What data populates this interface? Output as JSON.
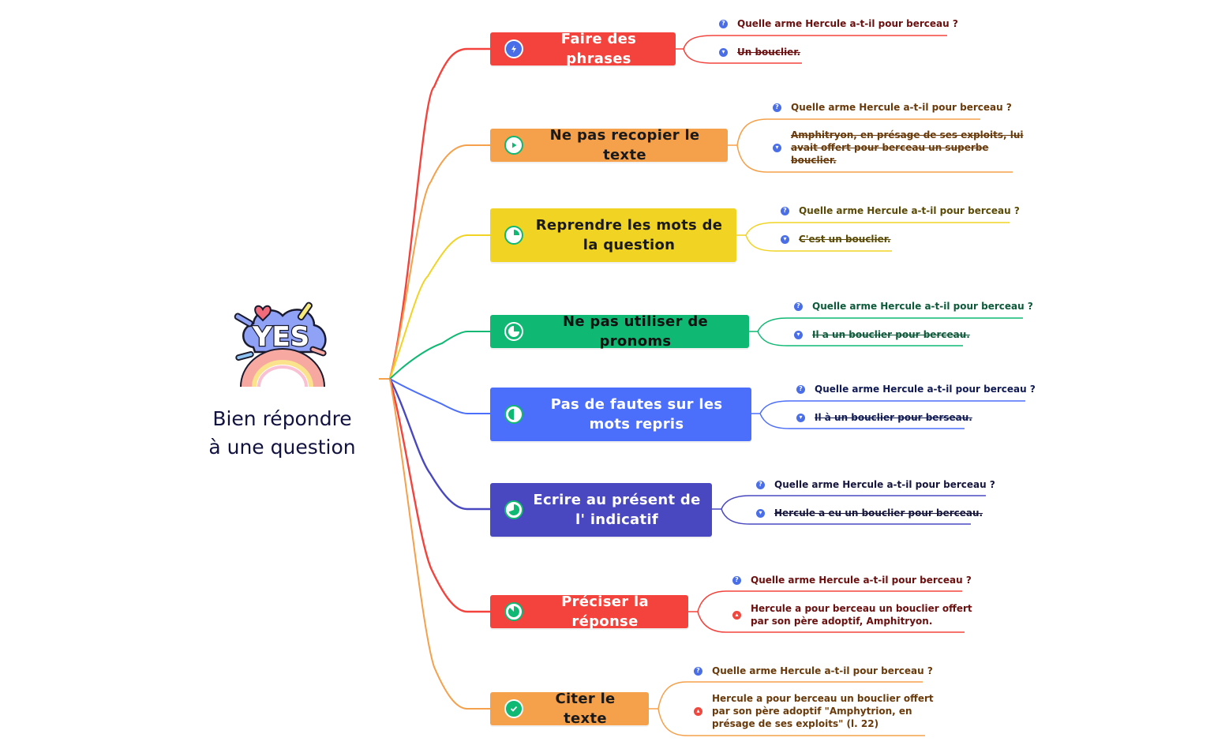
{
  "root": {
    "title_line1": "Bien répondre",
    "title_line2": "à une question",
    "illustration": "yes-rainbow-sticker",
    "illustration_text": "YES"
  },
  "colors": {
    "red": "#f4433c",
    "orange": "#f5a04a",
    "yellow": "#f1d323",
    "green": "#0fb873",
    "blue": "#4c6ffb",
    "indigo": "#4a48c0",
    "icon_blue": "#4a6ee8",
    "icon_red": "#f0473e"
  },
  "branches": [
    {
      "label": "Faire des phrases",
      "icon": "lightning-icon",
      "bg": "#f4433c",
      "text_color": "#ffffff",
      "leaf_color": "#6b0f0f",
      "question": "Quelle arme Hercule a-t-il pour berceau ?",
      "answer": "Un bouclier.",
      "answer_status": "thumbs-down",
      "answer_struck": true
    },
    {
      "label": "Ne pas recopier le texte",
      "icon": "play-icon",
      "bg": "#f5a04a",
      "text_color": "#1a1a1a",
      "leaf_color": "#6a3a0a",
      "question": "Quelle arme Hercule a-t-il pour berceau ?",
      "answer": "Amphitryon, en présage de ses exploits, lui\navait offert pour berceau un superbe\nbouclier.",
      "answer_status": "thumbs-down",
      "answer_struck": true
    },
    {
      "label": "Reprendre les mots de la question",
      "icon": "progress-quarter-icon",
      "bg": "#f1d323",
      "text_color": "#1a1a1a",
      "leaf_color": "#5a4a05",
      "question": "Quelle arme Hercule a-t-il pour berceau ?",
      "answer": "C'est un bouclier.",
      "answer_status": "thumbs-down",
      "answer_struck": true
    },
    {
      "label": "Ne pas utiliser de pronoms",
      "icon": "progress-three-quarter-icon",
      "bg": "#0fb873",
      "text_color": "#111111",
      "leaf_color": "#0d5a3a",
      "question": "Quelle arme Hercule a-t-il pour berceau ?",
      "answer": "Il a un bouclier pour berceau.",
      "answer_status": "thumbs-down",
      "answer_struck": true
    },
    {
      "label": "Pas de fautes sur les mots repris",
      "icon": "progress-half-icon",
      "bg": "#4c6ffb",
      "text_color": "#ffffff",
      "leaf_color": "#0f1a55",
      "question": "Quelle arme Hercule a-t-il pour berceau ?",
      "answer": "Il à un bouclier pour berseau.",
      "answer_status": "thumbs-down",
      "answer_struck": true
    },
    {
      "label": "Ecrire au présent de l' indicatif",
      "icon": "progress-almost-full-icon",
      "bg": "#4a48c0",
      "text_color": "#ffffff",
      "leaf_color": "#15153d",
      "question": "Quelle arme Hercule a-t-il pour berceau ?",
      "answer": "Hercule a eu un bouclier pour berceau.",
      "answer_status": "thumbs-down",
      "answer_struck": true
    },
    {
      "label": "Préciser la réponse",
      "icon": "progress-nearly-full-icon",
      "bg": "#f4433c",
      "text_color": "#ffffff",
      "leaf_color": "#6b0f0f",
      "question": "Quelle arme Hercule a-t-il pour berceau ?",
      "answer": "Hercule a pour berceau un bouclier offert\npar son père adoptif, Amphitryon.",
      "answer_status": "thumbs-up",
      "answer_struck": false
    },
    {
      "label": "Citer le texte",
      "icon": "check-circle-icon",
      "bg": "#f5a04a",
      "text_color": "#1a1a1a",
      "leaf_color": "#6a3a0a",
      "question": "Quelle arme Hercule a-t-il pour berceau ?",
      "answer": "Hercule a pour berceau un bouclier offert\npar son père adoptif \"Amphytrion, en\nprésage de ses exploits\" (l. 22)",
      "answer_status": "thumbs-up",
      "answer_struck": false
    }
  ]
}
